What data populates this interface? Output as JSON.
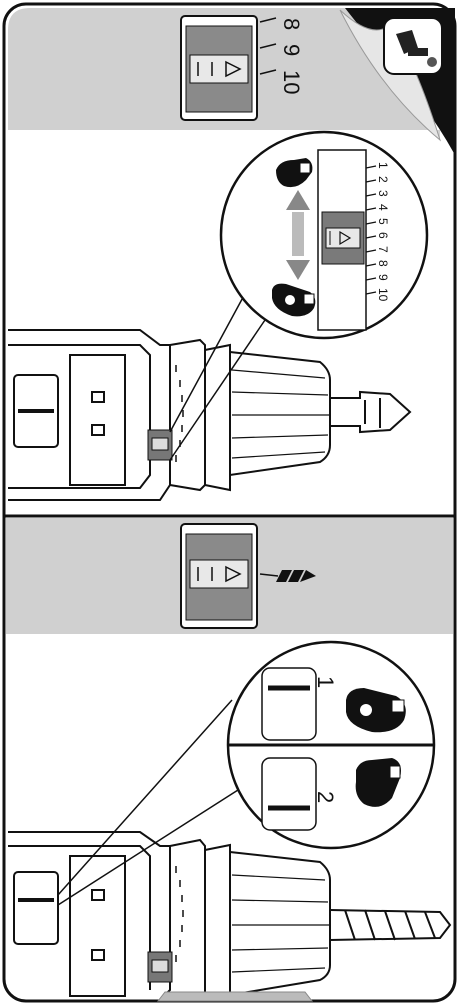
{
  "top_panel": {
    "torque_scale_small": [
      "8",
      "9",
      "10"
    ],
    "torque_scale_large": [
      "1",
      "2",
      "3",
      "4",
      "5",
      "6",
      "7",
      "8",
      "9",
      "10"
    ]
  },
  "bottom_panel": {
    "gear_labels": [
      "1",
      "2"
    ]
  },
  "icons": {
    "corner": "drill-icon",
    "hammer_mode": "hammer-drill-icon",
    "low_torque": "flexed-arm-icon",
    "high_torque": "strong-arm-icon"
  },
  "colors": {
    "panel_gray": "#d0d0d0",
    "line": "#111111",
    "slider": "#7a7a7a"
  }
}
